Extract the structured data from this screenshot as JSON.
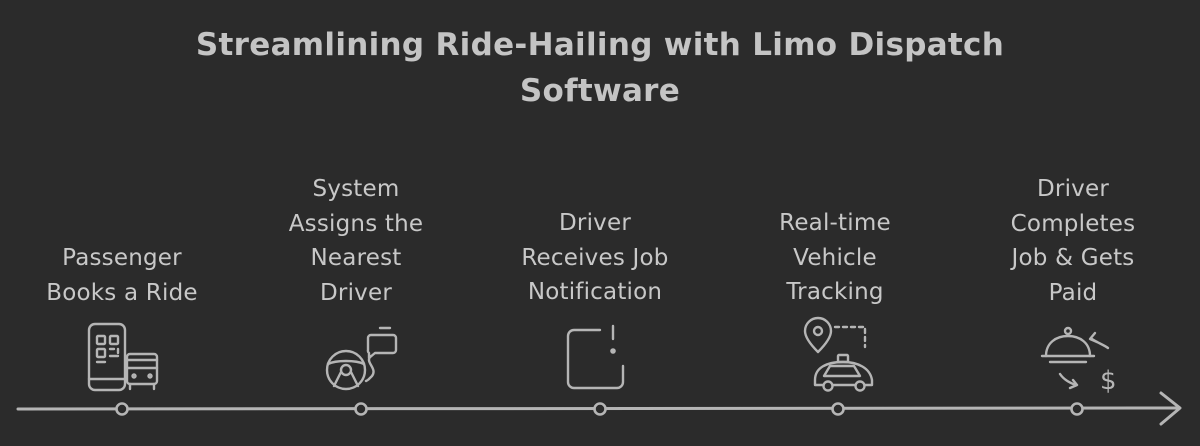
{
  "title": [
    "Streamlining Ride-Hailing with Limo Dispatch",
    "Software"
  ],
  "steps": [
    {
      "lines": [
        "Passenger",
        "Books a Ride"
      ],
      "icon": "phone-qr-bus-icon"
    },
    {
      "lines": [
        "System",
        "Assigns the",
        "Nearest",
        "Driver"
      ],
      "icon": "steering-wheel-chat-icon"
    },
    {
      "lines": [
        "Driver",
        "Receives Job",
        "Notification"
      ],
      "icon": "notification-icon"
    },
    {
      "lines": [
        "Real-time",
        "Vehicle",
        "Tracking"
      ],
      "icon": "location-car-icon"
    },
    {
      "lines": [
        "Driver",
        "Completes",
        "Job & Gets",
        "Paid"
      ],
      "icon": "cloche-dollar-icon"
    }
  ],
  "colors": {
    "background": "#2b2b2b",
    "text": "#c8c8c8",
    "line": "#b5b5b5"
  }
}
